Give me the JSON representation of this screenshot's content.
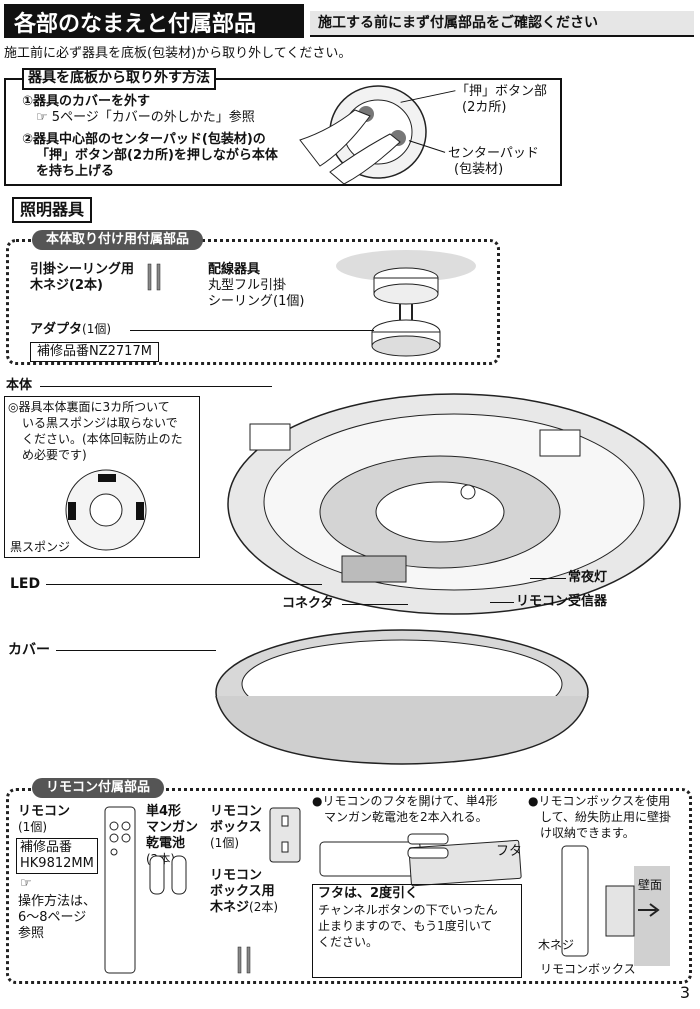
{
  "header": {
    "title": "各部のなまえと付属部品",
    "subtitle": "施工する前にまず付属部品をご確認ください"
  },
  "intro": "施工前に必ず器具を底板(包装材)から取り外してください。",
  "remove_section": {
    "title": "器具を底板から取り外す方法",
    "step1": "①器具のカバーを外す",
    "step1_ref": "5ページ「カバーの外しかた」参照",
    "step2_line1": "②器具中心部のセンターパッド(包装材)の",
    "step2_line2": "「押」ボタン部(2カ所)を押しながら本体",
    "step2_line3": "を持ち上げる",
    "label_push_line1": "「押」ボタン部",
    "label_push_line2": "(2カ所)",
    "label_pad_line1": "センターパッド",
    "label_pad_line2": "(包装材)"
  },
  "lighting": {
    "title": "照明器具",
    "mount_parts_title": "本体取り付け用付属部品",
    "screw_line1": "引掛シーリング用",
    "screw_line2": "木ネジ(2本)",
    "fixture_line1": "配線器具",
    "fixture_line2": "丸型フル引掛",
    "fixture_line3": "シーリング(1個)",
    "adapter": "アダプタ",
    "adapter_qty": "(1個)",
    "adapter_part": "補修品番NZ2717M",
    "body_label": "本体",
    "note_line1": "◎器具本体裏面に3カ所ついて",
    "note_line2": "いる黒スポンジは取らないで",
    "note_line3": "ください。(本体回転防止のた",
    "note_line4": "め必要です)",
    "sponge_label": "黒スポンジ",
    "led": "LED",
    "connector": "コネクタ",
    "night_light": "常夜灯",
    "receiver": "リモコン受信器",
    "cover": "カバー"
  },
  "remote_section": {
    "title": "リモコン付属部品",
    "remote": "リモコン",
    "remote_qty": "(1個)",
    "remote_part_line1": "補修品番",
    "remote_part_line2": "HK9812MM",
    "operation_line1": "操作方法は、",
    "operation_line2": "6〜8ページ",
    "operation_line3": "参照",
    "battery_line1": "単4形",
    "battery_line2": "マンガン",
    "battery_line3": "乾電池",
    "battery_qty": "(2本)",
    "box_line1": "リモコン",
    "box_line2": "ボックス",
    "box_qty": "(1個)",
    "box_screw_line1": "リモコン",
    "box_screw_line2": "ボックス用",
    "box_screw_line3": "木ネジ",
    "box_screw_qty": "(2本)",
    "insert_line1": "●リモコンのフタを開けて、単4形",
    "insert_line2": "マンガン乾電池を2本入れる。",
    "lid_label": "フタ",
    "lid_note_title": "フタは、2度引く",
    "lid_note_line1": "チャンネルボタンの下でいったん",
    "lid_note_line2": "止まりますので、もう1度引いて",
    "lid_note_line3": "ください。",
    "wall_line1": "●リモコンボックスを使用",
    "wall_line2": "して、紛失防止用に壁掛",
    "wall_line3": "け収納できます。",
    "wall_label": "壁面",
    "wood_screw_label": "木ネジ",
    "remote_box_label": "リモコンボックス"
  },
  "page_number": "3"
}
